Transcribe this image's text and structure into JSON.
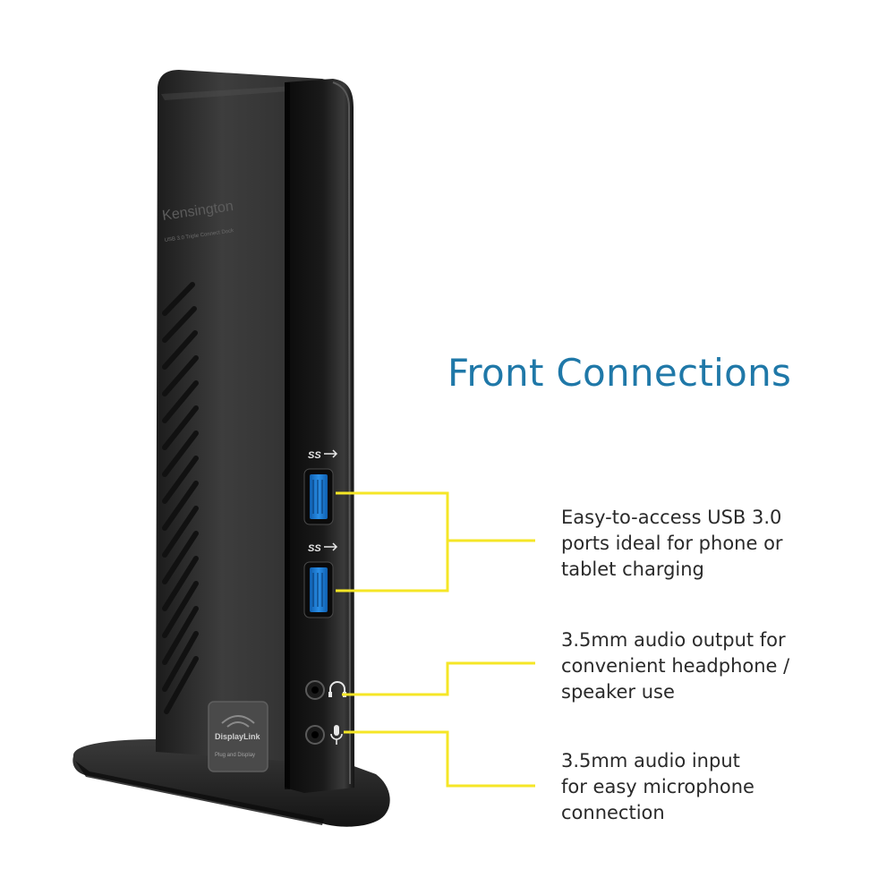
{
  "headline": "Front Connections",
  "product": {
    "brand": "Kensington",
    "model_line": "USB 3.0 Triple Connect Dock",
    "badge_brand": "DisplayLink",
    "badge_tagline": "Plug and Display"
  },
  "port_labels": {
    "usb_mark": "SS"
  },
  "callouts": {
    "usb": [
      "Easy-to-access USB 3.0",
      "ports ideal for phone or",
      "tablet charging"
    ],
    "audio_out": [
      "3.5mm audio output for",
      "convenient headphone /",
      "speaker use"
    ],
    "audio_in": [
      "3.5mm audio input",
      "for easy microphone",
      "connection"
    ]
  },
  "colors": {
    "heading": "#1f78a8",
    "leader_lines": "#f5e626",
    "usb_port": "#1e7fd6",
    "dock_body": "#3a3a3a"
  },
  "icons": [
    "usb-superspeed-icon",
    "headphone-icon",
    "microphone-icon"
  ]
}
